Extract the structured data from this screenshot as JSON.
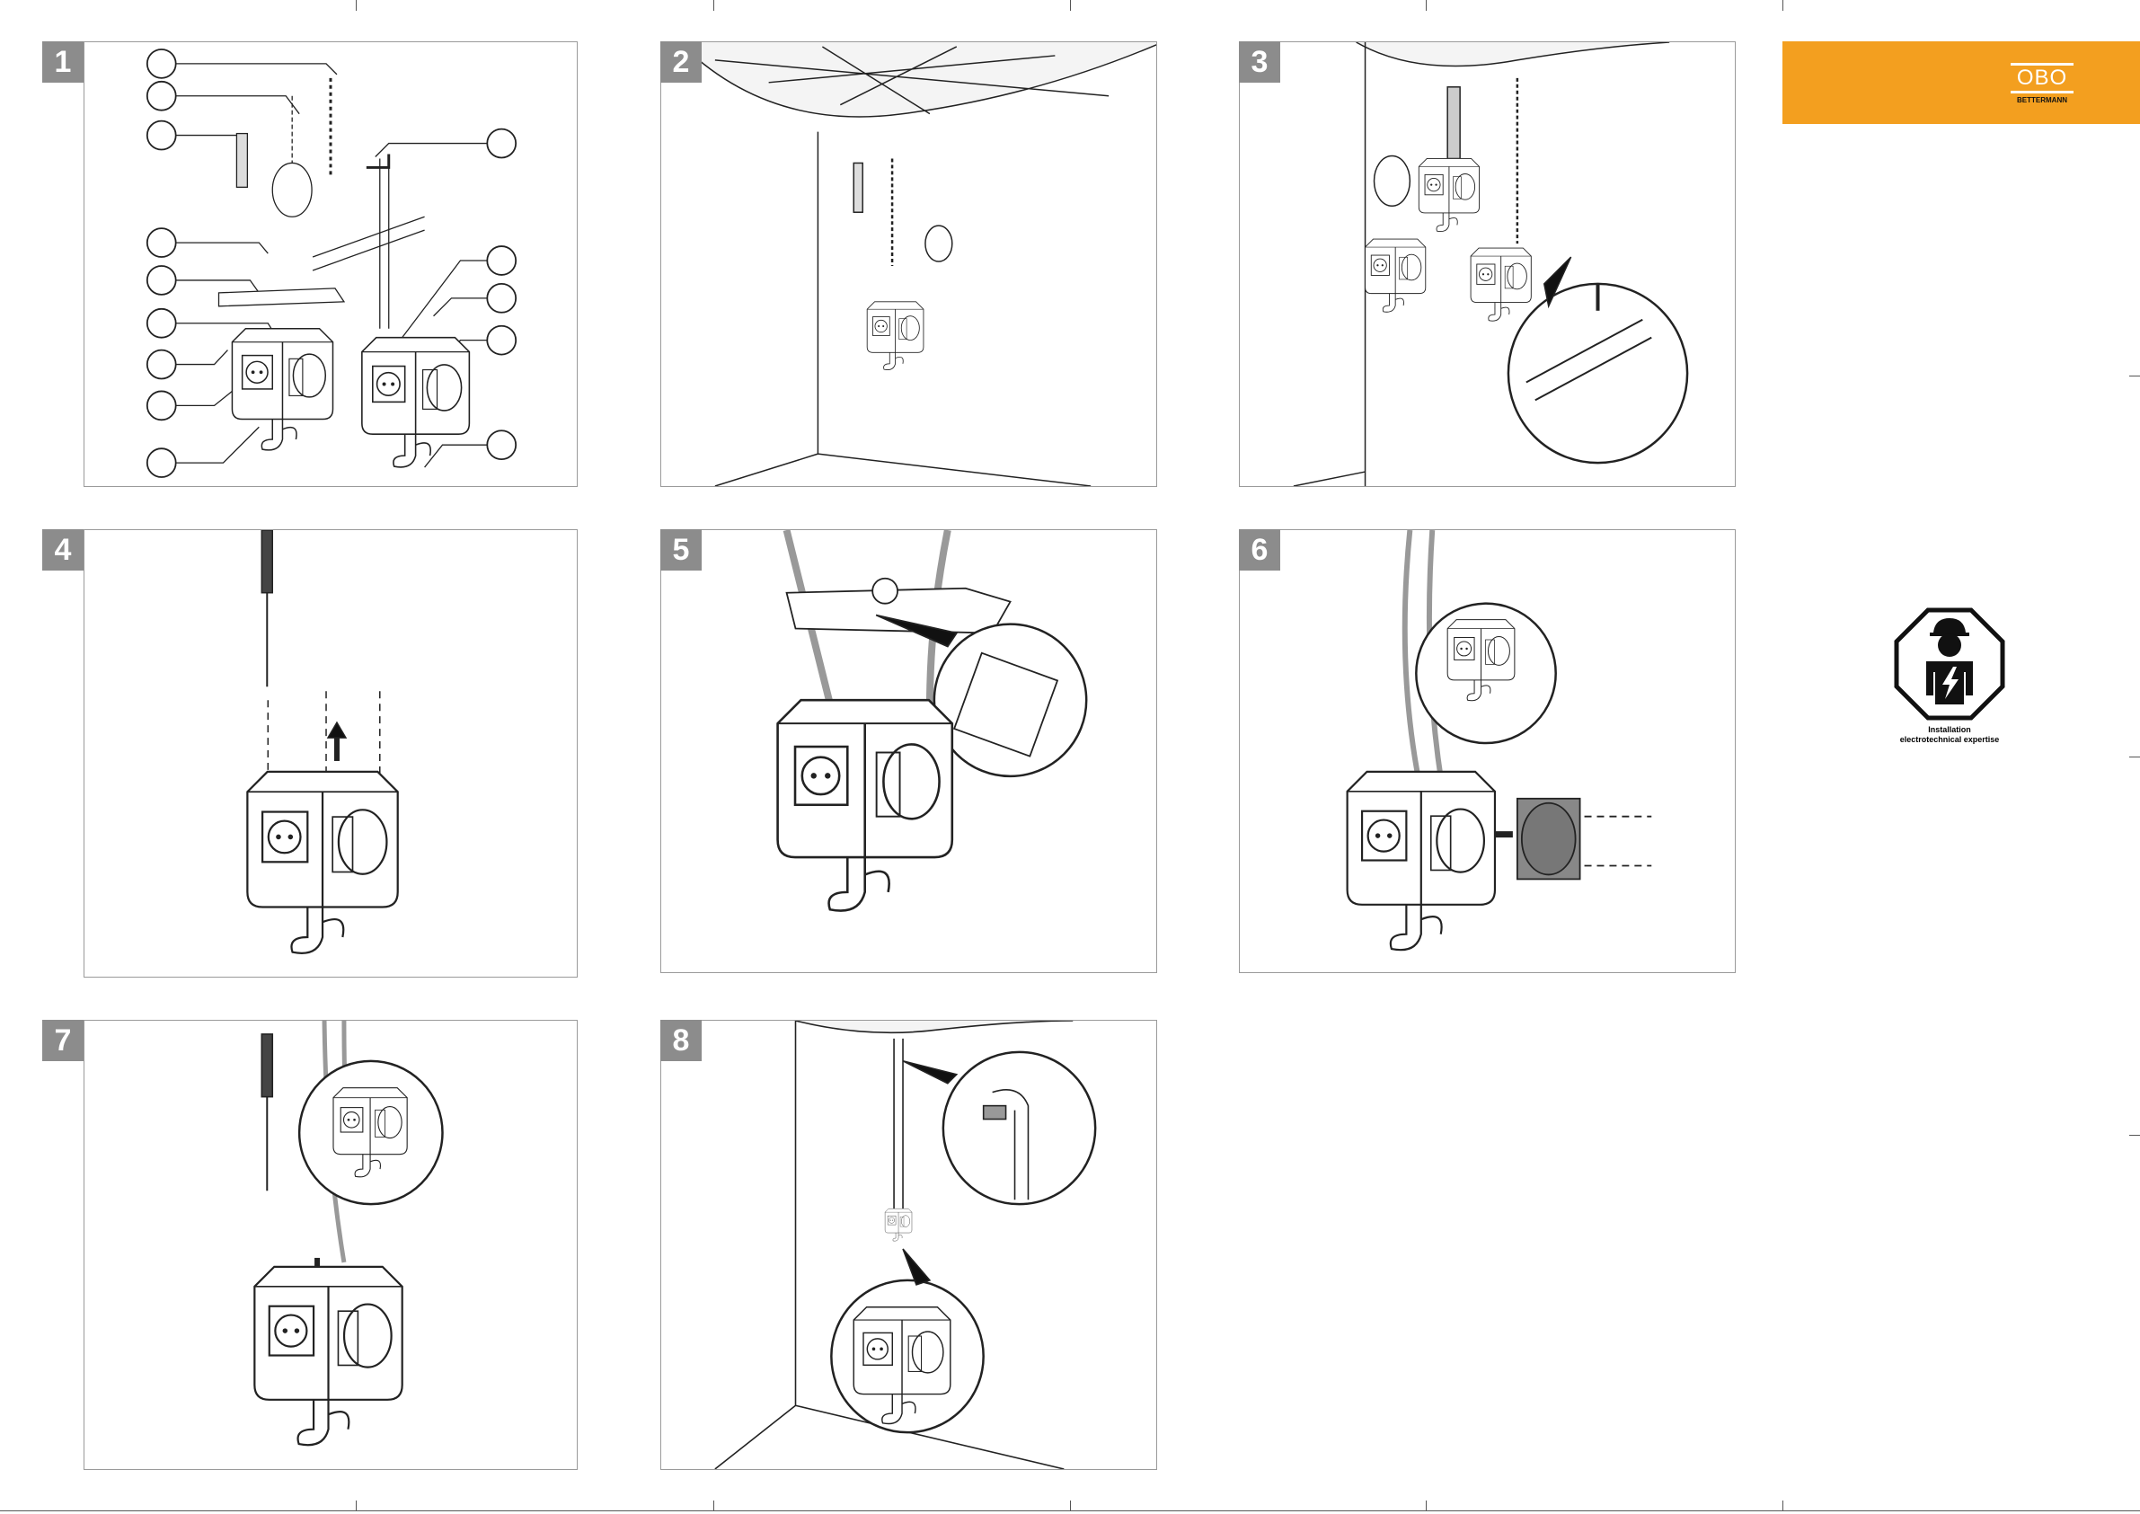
{
  "steps": [
    {
      "number": "1"
    },
    {
      "number": "2"
    },
    {
      "number": "3"
    },
    {
      "number": "4"
    },
    {
      "number": "5"
    },
    {
      "number": "6"
    },
    {
      "number": "7"
    },
    {
      "number": "8"
    }
  ],
  "brand": {
    "logo_text": "OBO",
    "logo_subtext": "BETTERMANN",
    "color": "#f39f1f"
  },
  "safety": {
    "line1": "Installation",
    "line2": "electrotechnical expertise"
  }
}
